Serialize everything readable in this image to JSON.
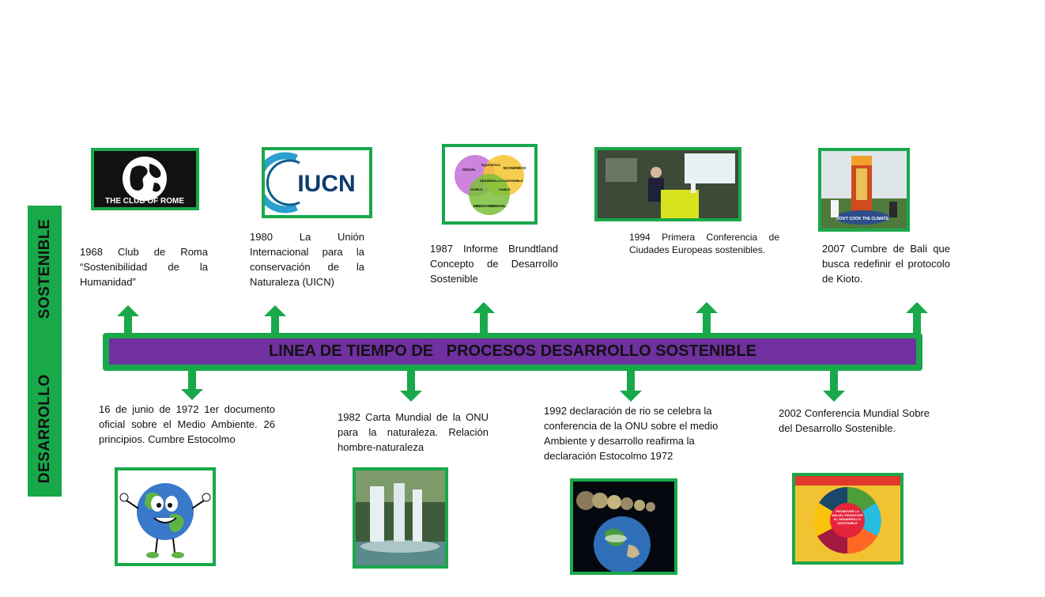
{
  "side_label": {
    "word1": "DESARROLLO",
    "word2": "SOSTENIBLE"
  },
  "timeline": {
    "title": "LINEA DE TIEMPO DE   PROCESOS DESARROLLO SOSTENIBLE"
  },
  "top_events": [
    {
      "text": "1968 Club de Roma “Sostenibilidad de la Humanidad”",
      "image": "club-of-rome-logo",
      "image_text": "THE CLUB OF ROME"
    },
    {
      "text": "1980 La Unión Internacional para la conservación de la Naturaleza (UICN)",
      "image": "iucn-logo",
      "image_text": "IUCN"
    },
    {
      "text": "1987 Informe Brundtland Concepto de Desarrollo Sostenible",
      "image": "venn-diagram",
      "image_labels": [
        "SOCIAL",
        "EQUITATIVO",
        "ECONÓMICO",
        "DESARROLLO SOSTENIBLE",
        "VIVIBLE",
        "VIABLE",
        "MEDIOAMBIENTAL"
      ]
    },
    {
      "text": "1994 Primera Conferencia de Ciudades Europeas sostenibles.",
      "image": "conference-photo"
    },
    {
      "text": "2007 Cumbre de Bali que busca redefinir el protocolo de Kioto.",
      "image": "bali-summit-photo",
      "image_text": "DON'T COOK THE CLIMATE"
    }
  ],
  "bottom_events": [
    {
      "text": "16 de junio de 1972 1er documento oficial sobre el Medio Ambiente. 26 principios. Cumbre Estocolmo",
      "image": "cartoon-earth"
    },
    {
      "text": "1982 Carta Mundial de la ONU para la naturaleza. Relación hombre-naturaleza",
      "image": "waterfall-photo"
    },
    {
      "text": "1992 declaración de rio se celebra la conferencia de la ONU sobre el medio Ambiente y desarrollo reafirma la declaración Estocolmo 1972",
      "image": "earth-from-space"
    },
    {
      "text": "2002 Conferencia Mundial Sobre del Desarrollo Sostenible.",
      "image": "sdg-wheel-poster",
      "image_text": "PROMOVER LA SALUD, PROMOVER EL DESARROLLO SOSTENIBLE"
    }
  ],
  "colors": {
    "green": "#19a84a",
    "purple": "#7030a0"
  }
}
